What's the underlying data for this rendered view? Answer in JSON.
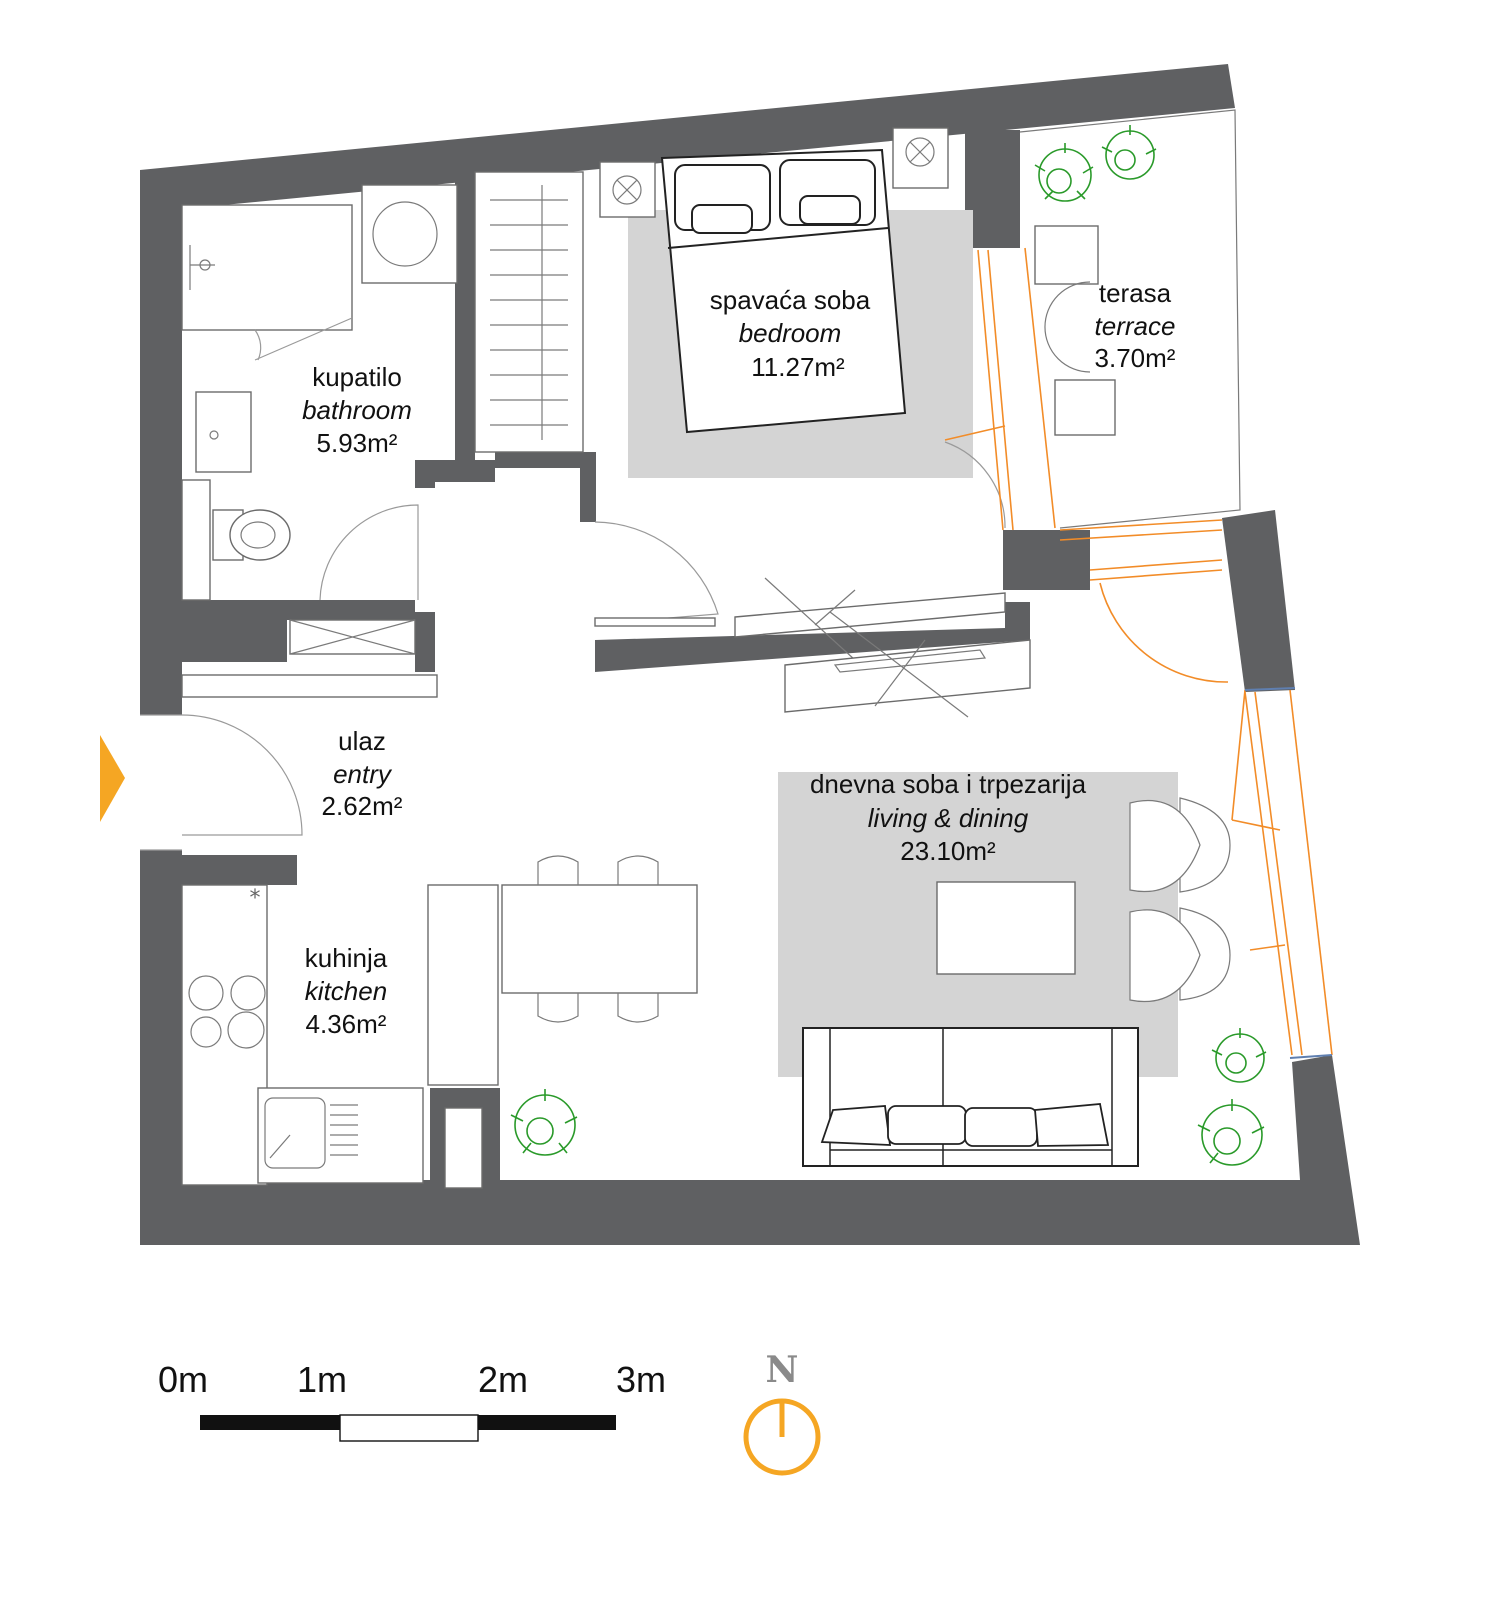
{
  "colors": {
    "wall": "#5f6062",
    "rug": "#d4d4d4",
    "accent_orange": "#f5a623",
    "window_orange": "#f28c28",
    "plant_green": "#2a9a2a",
    "text": "#111111"
  },
  "rooms": {
    "bathroom": {
      "name_local": "kupatilo",
      "name_en": "bathroom",
      "area": "5.93m²"
    },
    "bedroom": {
      "name_local": "spavaća soba",
      "name_en": "bedroom",
      "area": "11.27m²"
    },
    "terrace": {
      "name_local": "terasa",
      "name_en": "terrace",
      "area": "3.70m²"
    },
    "entry": {
      "name_local": "ulaz",
      "name_en": "entry",
      "area": "2.62m²"
    },
    "living": {
      "name_local": "dnevna soba i trpezarija",
      "name_en": "living & dining",
      "area": "23.10m²"
    },
    "kitchen": {
      "name_local": "kuhinja",
      "name_en": "kitchen",
      "area": "4.36m²"
    }
  },
  "scale_bar": {
    "labels": [
      "0m",
      "1m",
      "2m",
      "3m"
    ]
  },
  "compass": {
    "label": "N"
  },
  "icons": [
    "entrance-arrow-icon",
    "compass-icon",
    "plant-icon",
    "sink-icon",
    "stove-icon",
    "toilet-icon",
    "shower-icon",
    "bed-icon",
    "sofa-icon",
    "chair-icon"
  ]
}
